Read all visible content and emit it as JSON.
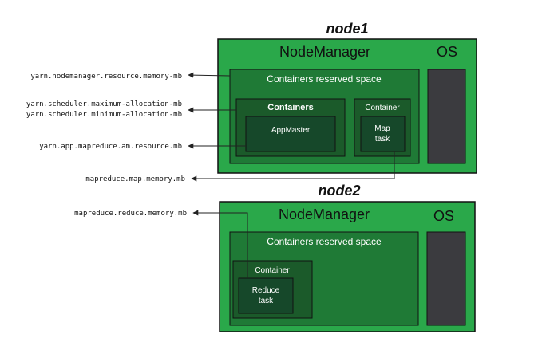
{
  "colors": {
    "node_fill": "#2aa84a",
    "inner_fill": "#1f7a36",
    "dark_green": "#1b5a2a",
    "darker_green": "#16482a",
    "os_fill": "#3b3b3f",
    "border": "#111111"
  },
  "nodes": [
    {
      "title": "node1",
      "manager": "NodeManager",
      "os": "OS",
      "reserved": "Containers reserved space",
      "containers_label": "Containers",
      "appmaster": "AppMaster",
      "container_label": "Container",
      "task_line1": "Map",
      "task_line2": "task"
    },
    {
      "title": "node2",
      "manager": "NodeManager",
      "os": "OS",
      "reserved": "Containers reserved space",
      "container_label": "Container",
      "task_line1": "Reduce",
      "task_line2": "task"
    }
  ],
  "params": [
    "yarn.nodemanager.resource.memory-mb",
    "yarn.scheduler.maximum-allocation-mb",
    "yarn.scheduler.minimum-allocation-mb",
    "yarn.app.mapreduce.am.resource.mb",
    "mapreduce.map.memory.mb",
    "mapreduce.reduce.memory.mb"
  ]
}
